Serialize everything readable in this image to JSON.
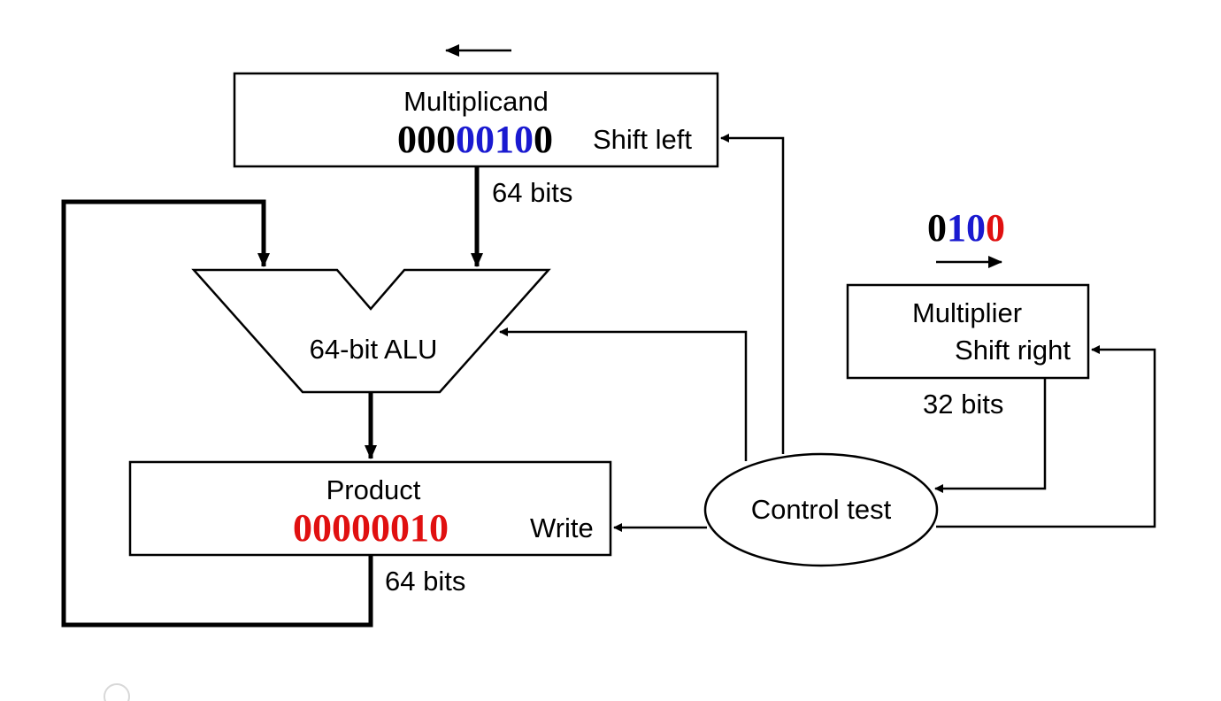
{
  "multiplicand": {
    "label": "Multiplicand",
    "action": "Shift left",
    "bits": [
      {
        "text": "000",
        "color": "#000000"
      },
      {
        "text": "0010",
        "color": "#1a1ad0"
      },
      {
        "text": "0",
        "color": "#000000"
      }
    ],
    "width_label": "64 bits"
  },
  "alu": {
    "label": "64-bit ALU"
  },
  "product": {
    "label": "Product",
    "action": "Write",
    "bits": [
      {
        "text": "00000010",
        "color": "#e01010"
      }
    ],
    "width_label": "64 bits"
  },
  "multiplier": {
    "label": "Multiplier",
    "action": "Shift right",
    "bits": [
      {
        "text": "0",
        "color": "#000000"
      },
      {
        "text": "10",
        "color": "#1a1ad0"
      },
      {
        "text": "0",
        "color": "#e01010"
      }
    ],
    "width_label": "32 bits"
  },
  "control": {
    "label": "Control test"
  },
  "colors": {
    "black": "#000000",
    "blue": "#1a1ad0",
    "red": "#e01010"
  }
}
